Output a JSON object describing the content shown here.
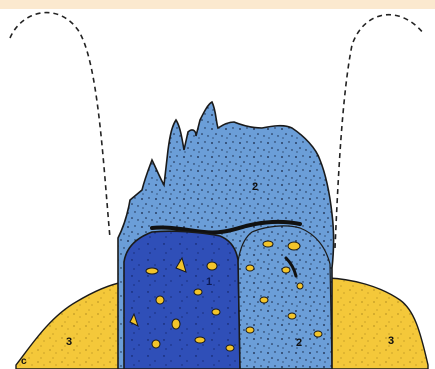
{
  "diagram": {
    "colors": {
      "top_band": "#fbe9cf",
      "background": "#ffffff",
      "sediment_fill": "#f4c83a",
      "light_body_fill": "#6b9ed8",
      "dark_body_fill": "#2f4fb8",
      "clast_fill": "#f3c42a",
      "outline": "#1a1a1a"
    },
    "labels": {
      "unit_1": "1",
      "unit_2_upper": "2",
      "unit_2_lower": "2",
      "unit_3_left": "3",
      "unit_3_right": "3",
      "corner_c": "c"
    }
  }
}
